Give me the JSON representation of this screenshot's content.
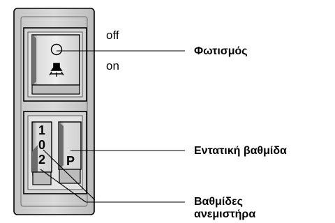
{
  "switches": {
    "off_label": "off",
    "on_label": "on",
    "speed_digits": [
      "1",
      "0",
      "2"
    ],
    "boost_key": "P"
  },
  "callouts": {
    "lighting": "Φωτισμός",
    "intensive_level": "Εντατική βαθμίδα",
    "fan_levels_line1": "Βαθμίδες",
    "fan_levels_line2": "ανεμιστήρα"
  },
  "icons": {
    "light": "lamp-icon"
  }
}
